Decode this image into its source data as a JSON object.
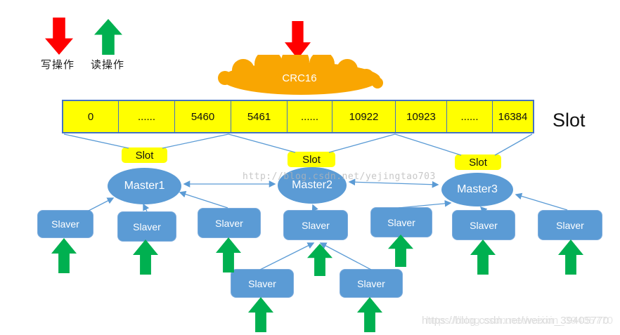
{
  "legend": {
    "write_label": "写操作",
    "read_label": "读操作"
  },
  "cloud": {
    "label": "CRC16"
  },
  "slot_table": {
    "cells": [
      "0",
      "......",
      "5460",
      "5461",
      "......",
      "10922",
      "10923",
      "......",
      "16384"
    ],
    "side_label": "Slot"
  },
  "slot_boxes": [
    {
      "label": "Slot"
    },
    {
      "label": "Slot"
    },
    {
      "label": "Slot"
    }
  ],
  "masters": [
    {
      "label": "Master1"
    },
    {
      "label": "Master2"
    },
    {
      "label": "Master3"
    }
  ],
  "slavers": [
    {
      "label": "Slaver"
    },
    {
      "label": "Slaver"
    },
    {
      "label": "Slaver"
    },
    {
      "label": "Slaver"
    },
    {
      "label": "Slaver"
    },
    {
      "label": "Slaver"
    },
    {
      "label": "Slaver"
    },
    {
      "label": "Slaver"
    },
    {
      "label": "Slaver"
    }
  ],
  "watermarks": {
    "middle": "http://blog.csdn.net/yejingtao703",
    "bottom": "https://blog.csdn.net/weixin_39405770"
  },
  "colors": {
    "yellow": "#FFFF00",
    "node_blue": "#5B9BD5",
    "border_blue": "#4472C4",
    "green": "#00B050",
    "red": "#FF0000",
    "orange": "#F9A602",
    "connector": "#5B9BD5"
  }
}
